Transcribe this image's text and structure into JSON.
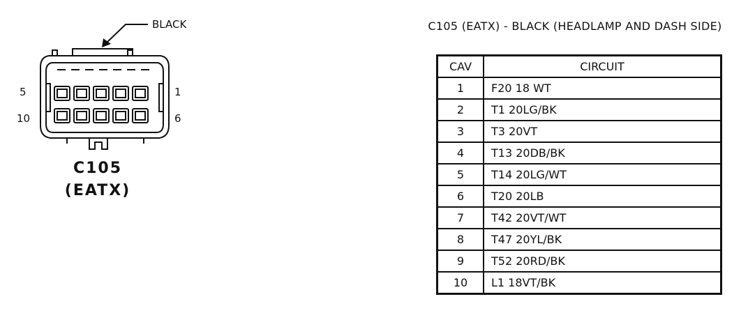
{
  "diagram": {
    "pointer_label": "BLACK",
    "pin_labels": {
      "left_top": "5",
      "left_bottom": "10",
      "right_top": "1",
      "right_bottom": "6"
    },
    "connector_id": "C105",
    "connector_name": "(EATX)"
  },
  "table": {
    "title": "C105 (EATX) - BLACK (HEADLAMP AND DASH SIDE)",
    "headers": {
      "cav": "CAV",
      "circuit": "CIRCUIT"
    },
    "rows": [
      {
        "cav": "1",
        "circuit": "F20 18 WT"
      },
      {
        "cav": "2",
        "circuit": "T1 20LG/BK"
      },
      {
        "cav": "3",
        "circuit": "T3 20VT"
      },
      {
        "cav": "4",
        "circuit": "T13 20DB/BK"
      },
      {
        "cav": "5",
        "circuit": "T14 20LG/WT"
      },
      {
        "cav": "6",
        "circuit": "T20 20LB"
      },
      {
        "cav": "7",
        "circuit": "T42 20VT/WT"
      },
      {
        "cav": "8",
        "circuit": "T47 20YL/BK"
      },
      {
        "cav": "9",
        "circuit": "T52 20RD/BK"
      },
      {
        "cav": "10",
        "circuit": "L1 18VT/BK"
      }
    ]
  }
}
